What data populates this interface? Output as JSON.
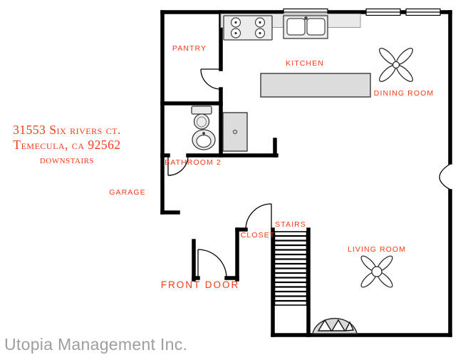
{
  "colors": {
    "label": "#f63a17",
    "wall": "#000000",
    "fixture": "#dcdcdc",
    "fixture_stroke": "#3a3a3a",
    "watermark": "#9e9e9e"
  },
  "address": {
    "line1": "31553 Six rivers ct.",
    "line2": "Temecula, ca 92562",
    "line3": "downstairs"
  },
  "rooms": {
    "pantry": "PANTRY",
    "kitchen": "KITCHEN",
    "dining_room": "DINING ROOM",
    "bathroom2": "BATHROOM 2",
    "garage": "GARAGE",
    "closet": "CLOSET",
    "stairs": "STAIRS",
    "living_room": "LIVING ROOM",
    "front_door": "FRONT DOOR"
  },
  "watermark": "Utopia Management Inc."
}
